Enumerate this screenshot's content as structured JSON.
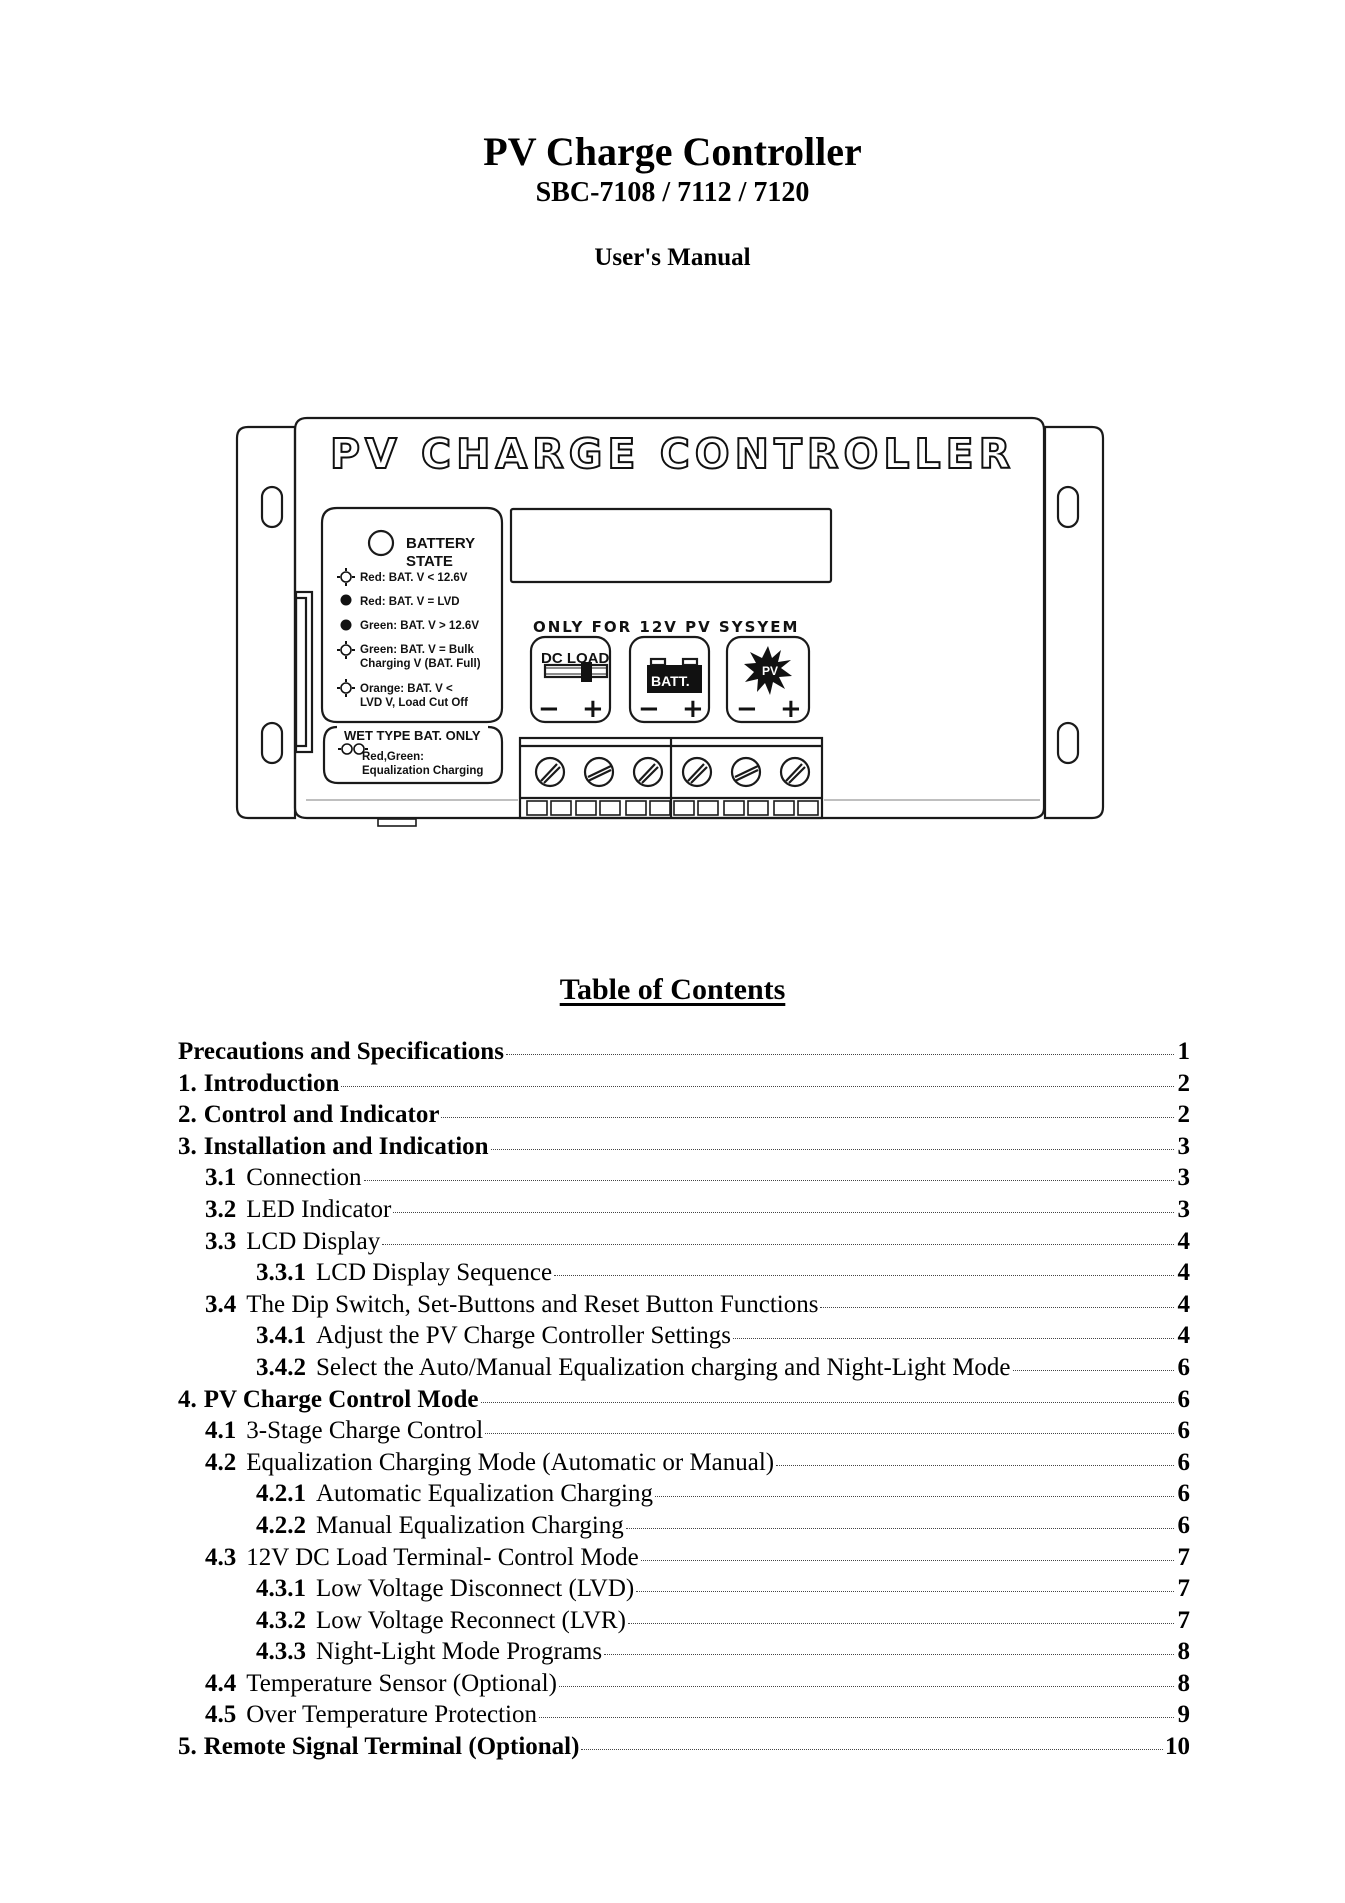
{
  "header": {
    "title": "PV Charge Controller",
    "models": "SBC-7108 / 7112 / 7120",
    "subtitle": "User's Manual"
  },
  "device": {
    "panel_title": "PV CHARGE CONTROLLER",
    "battery_state_label": [
      "BATTERY",
      "STATE"
    ],
    "led_legend": [
      {
        "icon": "led-blinking-icon",
        "text": [
          "Red: BAT. V < 12.6V"
        ]
      },
      {
        "icon": "led-solid-icon",
        "text": [
          "Red: BAT. V = LVD"
        ]
      },
      {
        "icon": "led-solid-icon",
        "text": [
          "Green: BAT. V > 12.6V"
        ]
      },
      {
        "icon": "led-blinking-icon",
        "text": [
          "Green: BAT. V = Bulk",
          "Charging V (BAT. Full)"
        ]
      },
      {
        "icon": "led-blinking-icon",
        "text": [
          "Orange: BAT. V <",
          "LVD V, Load Cut Off"
        ]
      }
    ],
    "wet_type": {
      "title": "WET TYPE BAT. ONLY",
      "text": [
        "Red,Green:",
        "Equalization Charging"
      ]
    },
    "system_label": "ONLY FOR 12V PV SYSYEM",
    "terminals": [
      {
        "label": "DC LOAD",
        "icon": "dc-load-switch-icon",
        "minus": "−",
        "plus": "+"
      },
      {
        "label": "BATT.",
        "icon": "battery-icon",
        "minus": "−",
        "plus": "+"
      },
      {
        "label": "PV",
        "icon": "sun-burst-icon",
        "minus": "−",
        "plus": "+"
      }
    ]
  },
  "toc": {
    "heading": "Table of Contents",
    "entries": [
      {
        "level": 0,
        "num": "",
        "label": "Precautions and Specifications",
        "page": "1"
      },
      {
        "level": 0,
        "num": "1.",
        "label": "Introduction",
        "page": "2"
      },
      {
        "level": 0,
        "num": "2.",
        "label": "Control and Indicator",
        "page": "2"
      },
      {
        "level": 0,
        "num": "3.",
        "label": "Installation and Indication",
        "page": "3"
      },
      {
        "level": 1,
        "num": "3.1",
        "label": "Connection",
        "page": "3"
      },
      {
        "level": 1,
        "num": "3.2",
        "label": "LED Indicator",
        "page": "3"
      },
      {
        "level": 1,
        "num": "3.3",
        "label": "LCD Display",
        "page": "4"
      },
      {
        "level": 2,
        "num": "3.3.1",
        "label": "LCD Display Sequence",
        "page": "4"
      },
      {
        "level": 1,
        "num": "3.4",
        "label": "The Dip Switch, Set-Buttons and Reset Button Functions",
        "page": "4"
      },
      {
        "level": 2,
        "num": "3.4.1",
        "label": "Adjust the PV Charge Controller Settings",
        "page": "4"
      },
      {
        "level": 2,
        "num": "3.4.2",
        "label": "Select the Auto/Manual Equalization charging and Night-Light Mode",
        "page": "6"
      },
      {
        "level": 0,
        "num": "4.",
        "label": "PV Charge Control Mode",
        "page": "6"
      },
      {
        "level": 1,
        "num": "4.1",
        "label": "3-Stage Charge Control",
        "page": "6"
      },
      {
        "level": 1,
        "num": "4.2",
        "label": "Equalization Charging Mode (Automatic or Manual)",
        "page": "6"
      },
      {
        "level": 2,
        "num": "4.2.1",
        "label": "Automatic Equalization Charging",
        "page": "6"
      },
      {
        "level": 2,
        "num": "4.2.2",
        "label": "Manual Equalization Charging",
        "page": "6"
      },
      {
        "level": 1,
        "num": "4.3",
        "label": "12V DC Load Terminal- Control Mode",
        "page": "7"
      },
      {
        "level": 2,
        "num": "4.3.1",
        "label": "Low Voltage Disconnect (LVD)",
        "page": "7"
      },
      {
        "level": 2,
        "num": "4.3.2",
        "label": "Low Voltage Reconnect (LVR)",
        "page": "7"
      },
      {
        "level": 2,
        "num": "4.3.3",
        "label": "Night-Light Mode Programs",
        "page": "8"
      },
      {
        "level": 1,
        "num": "4.4",
        "label": "Temperature Sensor (Optional)",
        "page": "8"
      },
      {
        "level": 1,
        "num": "4.5",
        "label": "Over Temperature Protection",
        "page": "9"
      },
      {
        "level": 0,
        "num": "5.",
        "label": "Remote Signal Terminal (Optional)",
        "page": "10"
      }
    ]
  }
}
